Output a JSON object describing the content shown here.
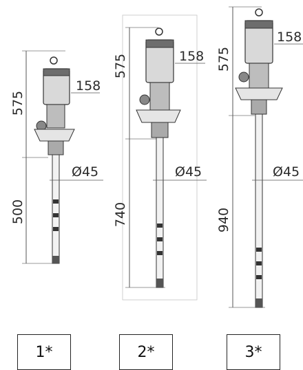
{
  "diagram": {
    "pumps": [
      {
        "id": "1",
        "label": "1*",
        "head_height": "575",
        "head_width": "158",
        "tube_length": "500",
        "tube_diameter": "Ø45"
      },
      {
        "id": "2",
        "label": "2*",
        "head_height": "575",
        "head_width": "158",
        "tube_length": "740",
        "tube_diameter": "Ø45"
      },
      {
        "id": "3",
        "label": "3*",
        "head_height": "575",
        "head_width": "158",
        "tube_length": "940",
        "tube_diameter": "Ø45"
      }
    ],
    "colors": {
      "outline": "#333333",
      "dimension_line": "#555555",
      "motor_dark": "#6d6d6d",
      "motor_light": "#d9d9d9"
    }
  }
}
